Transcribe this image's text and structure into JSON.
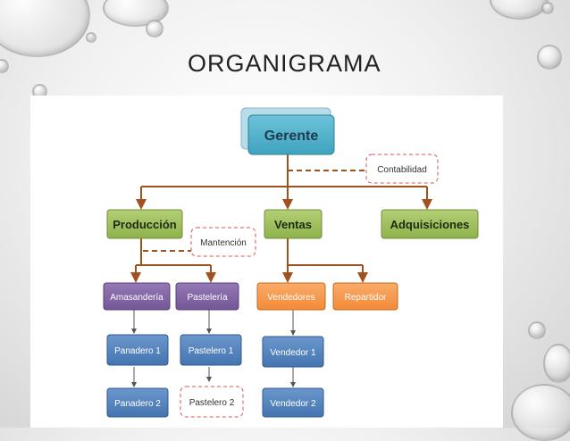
{
  "slide": {
    "title": "ORGANIGRAMA"
  },
  "org": {
    "gerente": "Gerente",
    "contabilidad": "Contabilidad",
    "produccion": "Producción",
    "ventas": "Ventas",
    "adquisiciones": "Adquisiciones",
    "mantencion": "Mantención",
    "amasanderia": "Amasandería",
    "pasteleria": "Pastelería",
    "vendedores": "Vendedores",
    "repartidor": "Repartidor",
    "panadero1": "Panadero 1",
    "pastelero1": "Pastelero 1",
    "vendedor1": "Vendedor 1",
    "panadero2": "Panadero 2",
    "pastelero2": "Pastelero 2",
    "vendedor2": "Vendedor 2"
  },
  "colors": {
    "gerente": "#4bacc6",
    "level1": "#9bbb59",
    "production_units": "#8064a2",
    "sales_units": "#f79646",
    "workers": "#4f81bd",
    "connector": "#a0521e",
    "dashed_border": "#d9534f"
  }
}
